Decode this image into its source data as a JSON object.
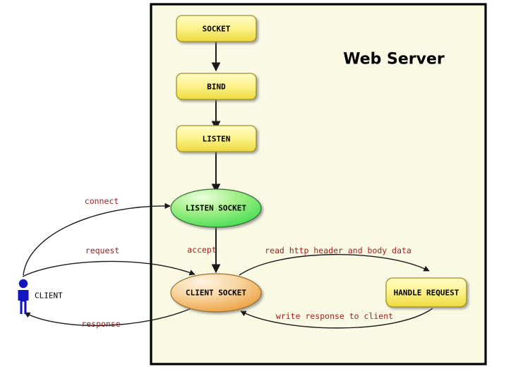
{
  "diagram": {
    "title": "Web Server",
    "container": {
      "fill": "#f8f8e0",
      "stroke": "#000000"
    },
    "colors": {
      "box_fill_top": "#fffbaf",
      "box_fill_bottom": "#e8d840",
      "box_stroke": "#9a8c20",
      "listen_socket_top": "#ddffcc",
      "listen_socket_bottom": "#33dd44",
      "client_socket_top": "#ffeedd",
      "client_socket_bottom": "#e89a30",
      "edge": "#1a1a1a",
      "edge_label": "#a02020",
      "actor": "#1515c0"
    },
    "nodes": [
      {
        "id": "socket",
        "label": "SOCKET",
        "shape": "rounded-box"
      },
      {
        "id": "bind",
        "label": "BIND",
        "shape": "rounded-box"
      },
      {
        "id": "listen",
        "label": "LISTEN",
        "shape": "rounded-box"
      },
      {
        "id": "listen-socket",
        "label": "LISTEN SOCKET",
        "shape": "ellipse"
      },
      {
        "id": "client-socket",
        "label": "CLIENT SOCKET",
        "shape": "ellipse"
      },
      {
        "id": "handle-request",
        "label": "HANDLE REQUEST",
        "shape": "rounded-box"
      }
    ],
    "actor": {
      "id": "client",
      "label": "CLIENT",
      "shape": "stick-figure"
    },
    "edges": [
      {
        "id": "socket-to-bind",
        "label": "",
        "from": "socket",
        "to": "bind"
      },
      {
        "id": "bind-to-listen",
        "label": "",
        "from": "bind",
        "to": "listen"
      },
      {
        "id": "listen-to-listen-socket",
        "label": "",
        "from": "listen",
        "to": "listen-socket"
      },
      {
        "id": "client-connect",
        "label": "connect",
        "from": "client",
        "to": "listen-socket"
      },
      {
        "id": "accept",
        "label": "accept",
        "from": "listen-socket",
        "to": "client-socket"
      },
      {
        "id": "client-request",
        "label": "request",
        "from": "client",
        "to": "client-socket"
      },
      {
        "id": "read-http",
        "label": "read http header and body data",
        "from": "client-socket",
        "to": "handle-request"
      },
      {
        "id": "write-response",
        "label": "write response to client",
        "from": "handle-request",
        "to": "client-socket"
      },
      {
        "id": "client-response",
        "label": "response",
        "from": "client-socket",
        "to": "client"
      }
    ]
  }
}
